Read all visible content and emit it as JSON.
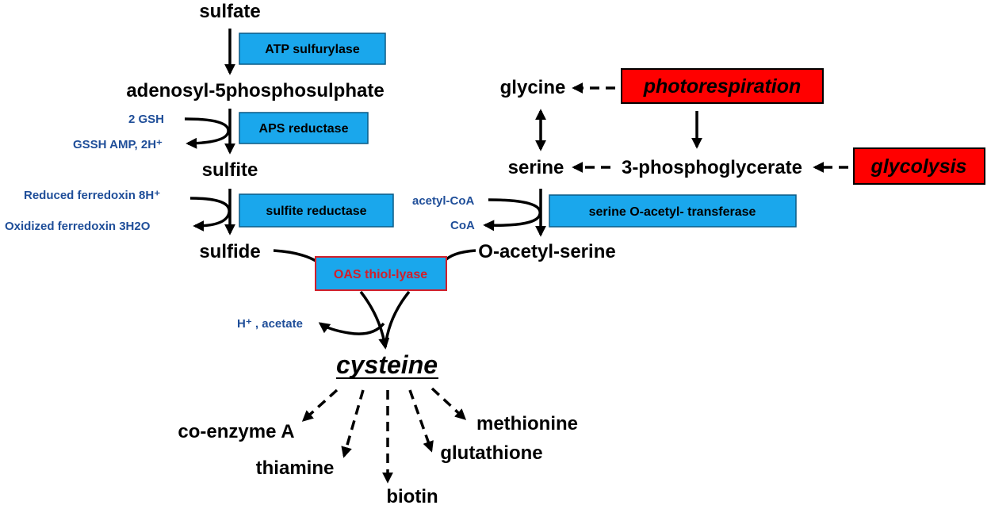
{
  "metabolites": {
    "sulfate": "sulfate",
    "aps": "adenosyl-5phosphosulphate",
    "sulfite": "sulfite",
    "sulfide": "sulfide",
    "glycine": "glycine",
    "serine": "serine",
    "phosphoglycerate": "3-phosphoglycerate",
    "oacetylserine": "O-acetyl-serine",
    "cysteine": "cysteine"
  },
  "enzymes": {
    "atp_sulfurylase": "ATP sulfurylase",
    "aps_reductase": "APS reductase",
    "sulfite_reductase": "sulfite reductase",
    "serine_acetyltransferase": "serine O-acetyl- transferase",
    "oas_thiol_lyase": "OAS thiol-lyase"
  },
  "processes": {
    "photorespiration": "photorespiration",
    "glycolysis": "glycolysis"
  },
  "cofactors": {
    "gsh_in": "2 GSH",
    "gssh_out": "GSSH AMP, 2H⁺",
    "ferredoxin_in": "Reduced ferredoxin 8H⁺",
    "ferredoxin_out": "Oxidized ferredoxin 3H2O",
    "acetylcoa_in": "acetyl-CoA",
    "coa_out": "CoA",
    "byproducts": "H⁺ , acetate"
  },
  "products": {
    "coenzyme_a": "co-enzyme A",
    "thiamine": "thiamine",
    "biotin": "biotin",
    "glutathione": "glutathione",
    "methionine": "methionine"
  },
  "colors": {
    "enzyme_box": "#1aa7ec",
    "process_box": "#ff0000",
    "cofactor_text": "#1f4e99",
    "oas_text": "#d21f2a"
  }
}
